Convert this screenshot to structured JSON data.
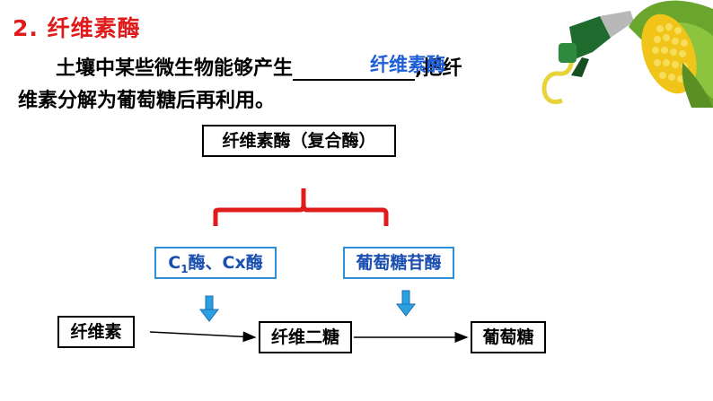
{
  "slide": {
    "title": "2. 纤维素酶",
    "line1_before": "土壤中某些微生物能够产生",
    "line1_after": ",把纤",
    "line2": "维素分解为葡萄糖后再利用。",
    "fill_answer": "纤维素酶"
  },
  "diagram": {
    "complex_enzyme": "纤维素酶（复合酶）",
    "enzyme_c1_prefix": "C",
    "enzyme_c1_sub": "1",
    "enzyme_c1_suffix": "酶、Cx酶",
    "enzyme_glucosidase": "葡萄糖苷酶",
    "substrate": "纤维素",
    "intermediate": "纤维二糖",
    "product": "葡萄糖"
  },
  "colors": {
    "title": "#e01b1b",
    "brace": "#e01b1b",
    "answer": "#1f5fd6",
    "enzyme_border": "#2a8fd8",
    "arrow_blue": "#2aa0e0"
  },
  "icons": {
    "illustration": "fuel-nozzle-corn-icon"
  }
}
